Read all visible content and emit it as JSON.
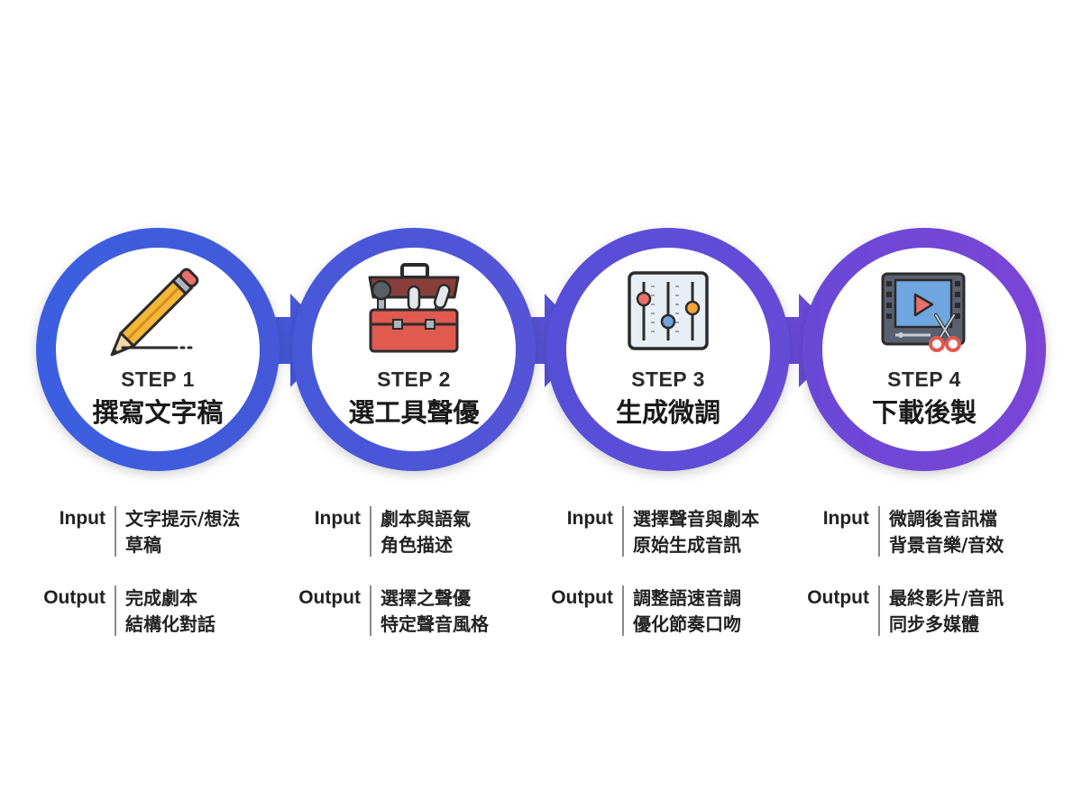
{
  "steps": [
    {
      "step": "STEP 1",
      "title": "撰寫文字稿",
      "icon": "pencil-icon",
      "input_label": "Input",
      "input": [
        "文字提示/想法",
        "草稿"
      ],
      "output_label": "Output",
      "output": [
        "完成劇本",
        "結構化對話"
      ]
    },
    {
      "step": "STEP 2",
      "title": "選工具聲優",
      "icon": "toolbox-microphone-icon",
      "input_label": "Input",
      "input": [
        "劇本與語氣",
        "角色描述"
      ],
      "output_label": "Output",
      "output": [
        "選擇之聲優",
        "特定聲音風格"
      ]
    },
    {
      "step": "STEP 3",
      "title": "生成微調",
      "icon": "mixer-sliders-icon",
      "input_label": "Input",
      "input": [
        "選擇聲音與劇本",
        "原始生成音訊"
      ],
      "output_label": "Output",
      "output": [
        "調整語速音調",
        "優化節奏口吻"
      ]
    },
    {
      "step": "STEP 4",
      "title": "下載後製",
      "icon": "video-scissors-icon",
      "input_label": "Input",
      "input": [
        "微調後音訊檔",
        "背景音樂/音效"
      ],
      "output_label": "Output",
      "output": [
        "最終影片/音訊",
        "同步多媒體"
      ]
    }
  ],
  "colors": {
    "gradient_start": "#3d5fdc",
    "gradient_end": "#7a44d8",
    "text": "#1a1a1a"
  }
}
